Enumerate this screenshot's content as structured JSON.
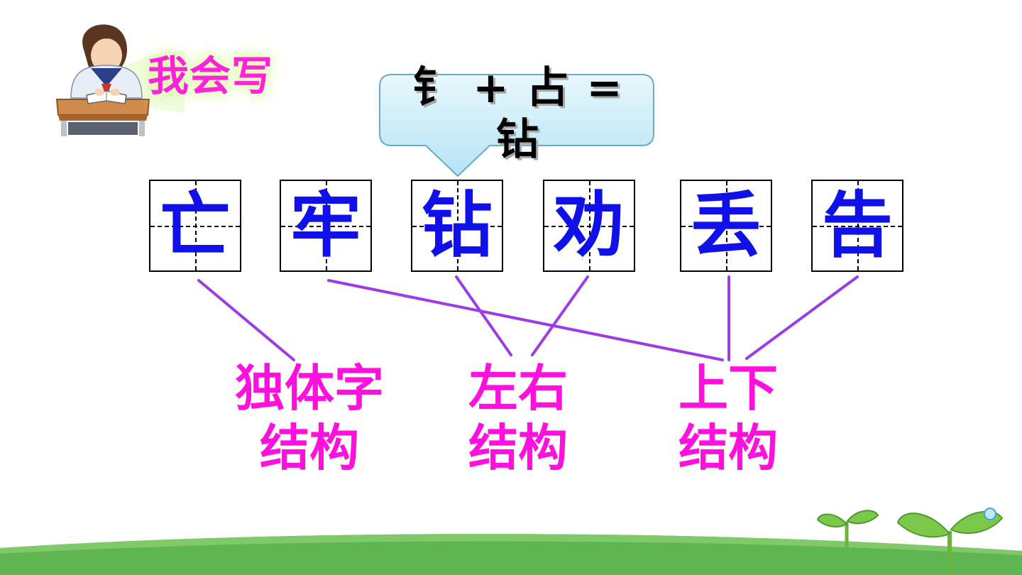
{
  "heading": {
    "label": "我会写"
  },
  "bubble": {
    "line1": "钅 + 占 =",
    "line2": "钻"
  },
  "characters": [
    "亡",
    "牢",
    "钻",
    "劝",
    "丢",
    "告"
  ],
  "categories": [
    {
      "line1": "独体字",
      "line2": "结构"
    },
    {
      "line1": "左右",
      "line2": "结构"
    },
    {
      "line1": "上下",
      "line2": "结构"
    }
  ],
  "colors": {
    "heading": "#ff22dd",
    "character": "#1010e8",
    "category": "#ff10dd",
    "connector": "#9b3ce6",
    "bubble_fill": "#bfe9f8",
    "ground": "#5fb550",
    "sprout": "#7cc84a"
  },
  "icons": {
    "student": "student-writing-icon",
    "sprouts": "sprout-icon"
  }
}
